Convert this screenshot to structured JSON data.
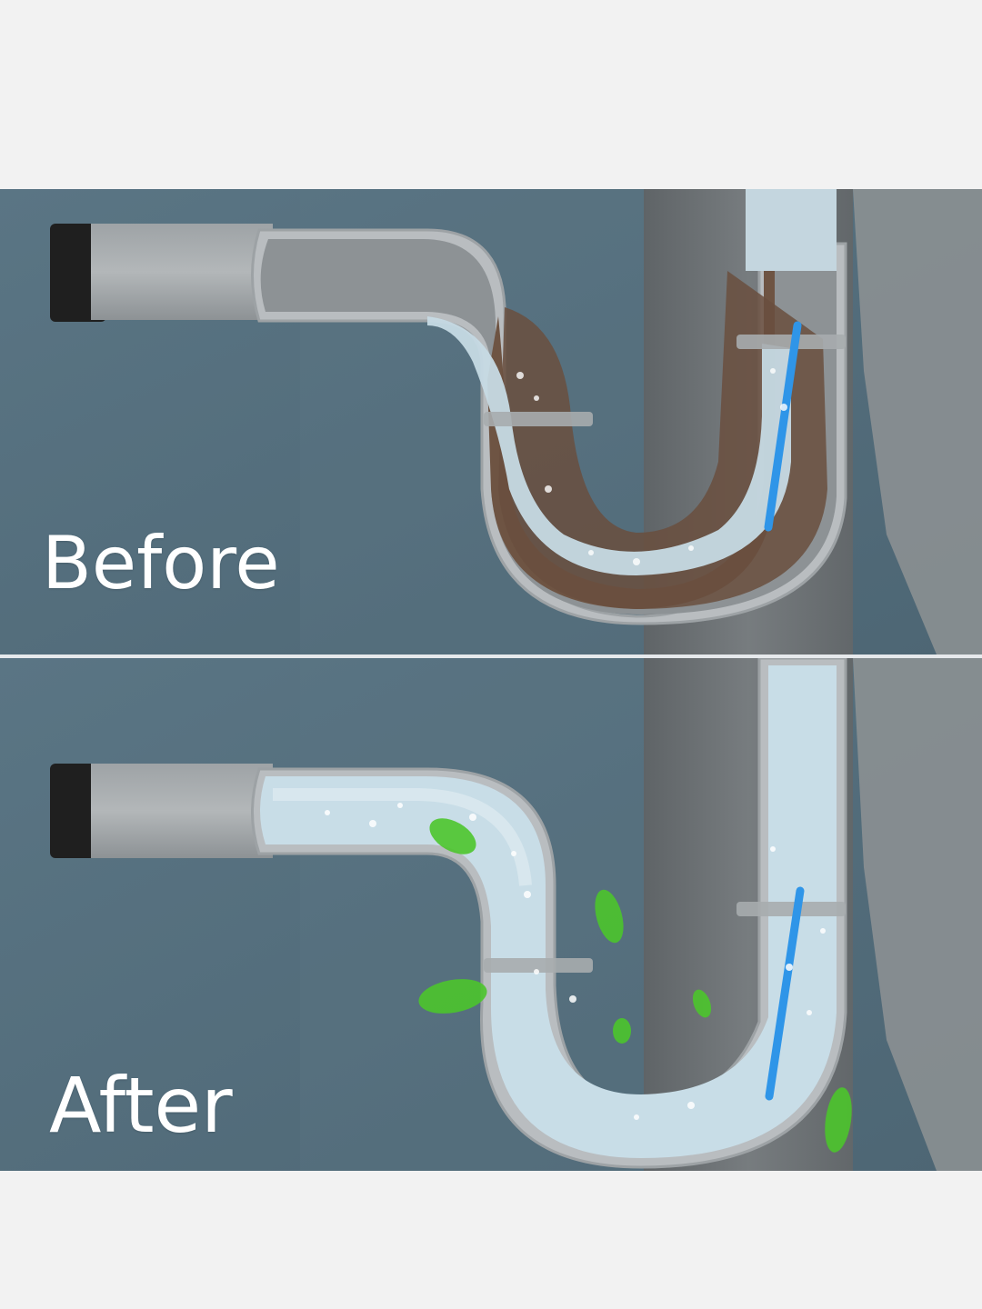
{
  "panels": {
    "before": {
      "label": "Before"
    },
    "after": {
      "label": "After"
    }
  },
  "colors": {
    "page_background": "#f2f2f2",
    "wall": "#56707f",
    "wall_dark": "#4b6572",
    "vertical_pipe": "#6b7174",
    "pipe_grey": "#a8acae",
    "pipe_end_cap": "#222222",
    "water": "#c6dae4",
    "water_light": "#d9e8ef",
    "debris": "#6e5443",
    "cleaning_stick": "#2f95e8",
    "leaf": "#4cc62c",
    "label_text": "#ffffff"
  },
  "icons": [
    "drain-pipe-illustration",
    "debris-clog",
    "cleaning-stick",
    "leaf-icon",
    "bubble-icon"
  ]
}
